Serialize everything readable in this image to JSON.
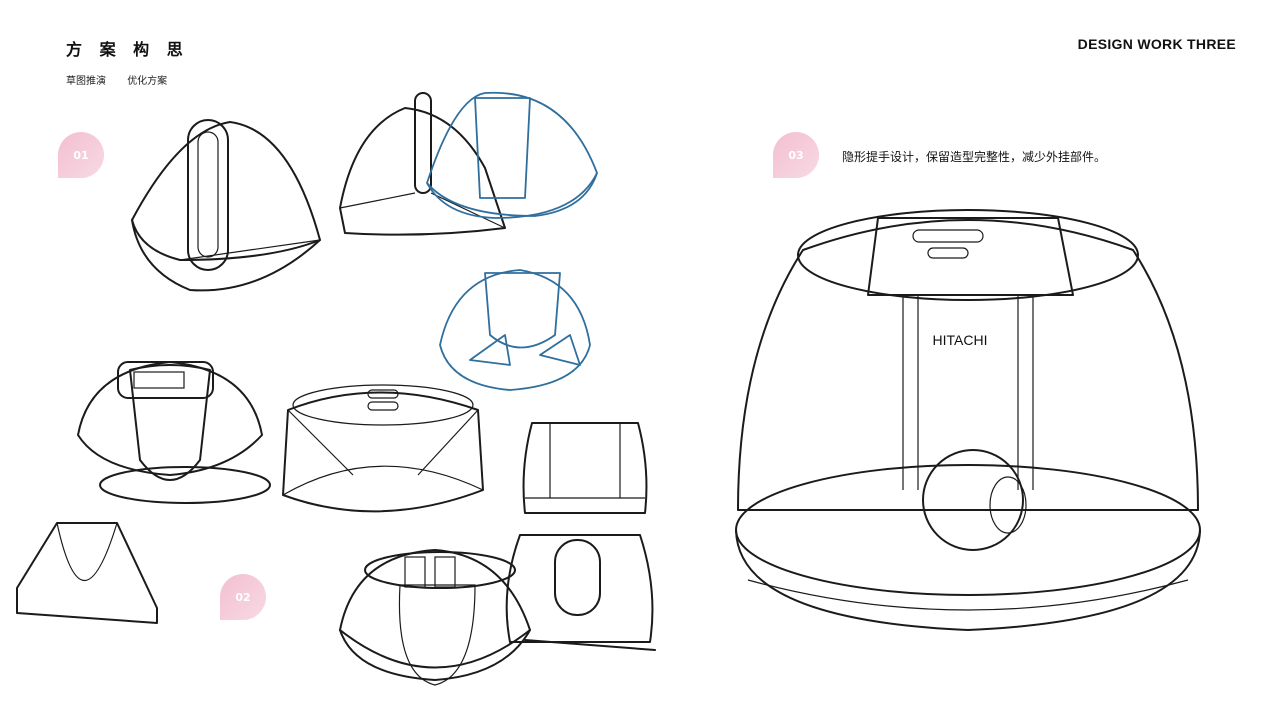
{
  "header": {
    "title": "方 案 构 思",
    "tabs": [
      "草图推演",
      "优化方案"
    ],
    "brand": "DESIGN WORK THREE"
  },
  "badges": {
    "b1": "01",
    "b2": "02",
    "b3": "03"
  },
  "captions": {
    "c3": "隐形提手设计，保留造型完整性，减少外挂部件。"
  },
  "sketch_labels": {
    "logo": "HITACHI"
  },
  "colors": {
    "badge": "#f3bfd0",
    "dark_fill": "#5a5a5a",
    "blue_fill": "#5b82a6",
    "blue_stroke": "#2f6f9e"
  }
}
